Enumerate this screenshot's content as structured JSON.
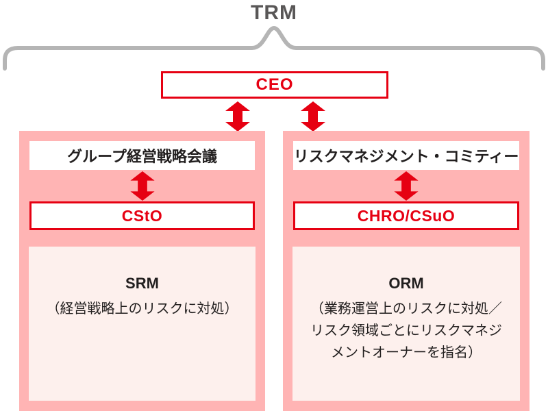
{
  "title": "TRM",
  "colors": {
    "accent_red": "#E60012",
    "panel_pink": "#FFB4B4",
    "body_pink": "#FDF0ED",
    "brace_gray": "#B5B5B5",
    "title_gray": "#595757",
    "text_black": "#221F1F"
  },
  "ceo": {
    "label": "CEO"
  },
  "panels": [
    {
      "header": "グループ経営戦略会議",
      "officer": "CStO",
      "body_title": "SRM",
      "body_desc": "（経営戦略上のリスクに対処）"
    },
    {
      "header": "リスクマネジメント・コミティー",
      "officer": "CHRO/CSuO",
      "body_title": "ORM",
      "body_desc": "（業務運営上のリスクに対処／\nリスク領域ごとにリスクマネジ\nメントオーナーを指名）"
    }
  ]
}
